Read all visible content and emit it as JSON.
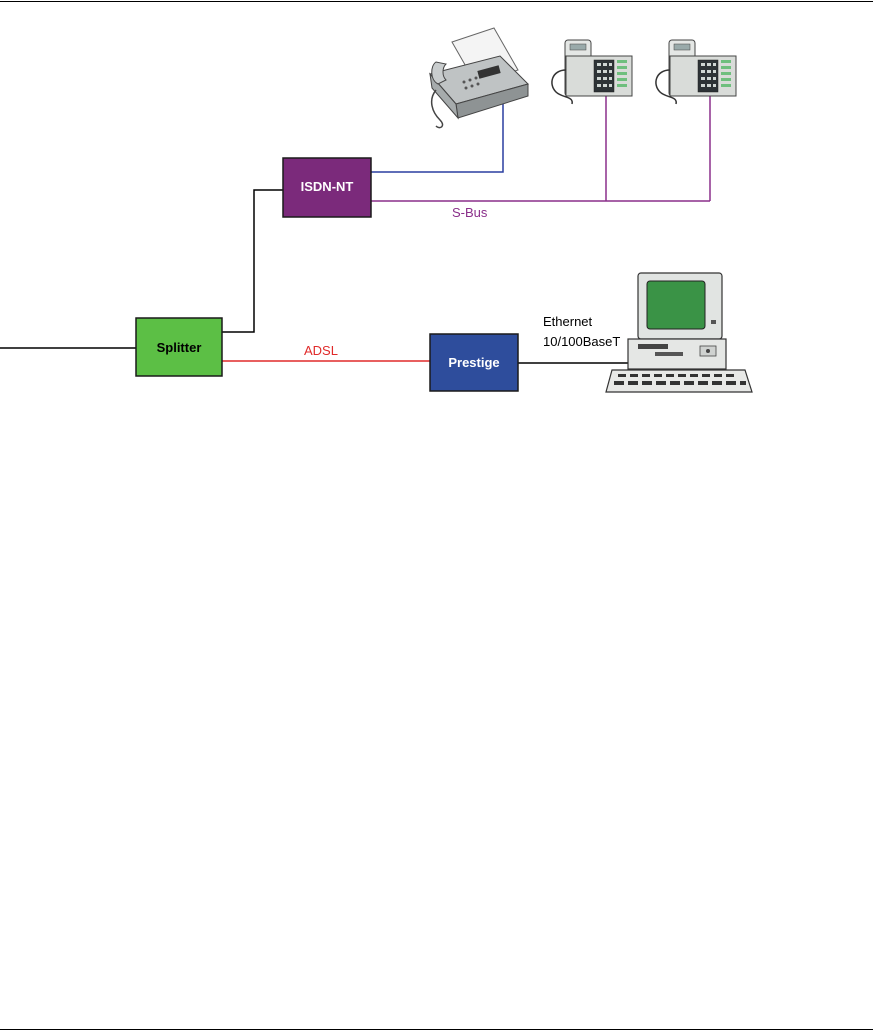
{
  "nodes": {
    "splitter": {
      "label": "Splitter",
      "fill": "#5cbf45"
    },
    "isdn_nt": {
      "label": "ISDN-NT",
      "fill": "#7b2a7b"
    },
    "prestige": {
      "label": "Prestige",
      "fill": "#2e4d9c"
    }
  },
  "devices": {
    "fax": {
      "icon": "fax-machine-icon"
    },
    "phone1": {
      "icon": "desk-phone-icon"
    },
    "phone2": {
      "icon": "desk-phone-icon"
    },
    "computer": {
      "icon": "desktop-computer-icon"
    }
  },
  "links": {
    "adsl": {
      "label": "ADSL",
      "color": "#e02a2a"
    },
    "s_bus": {
      "label": "S-Bus",
      "color": "#8a2f8a"
    },
    "fax_line": {
      "color": "#2a3fa0"
    },
    "ethernet": {
      "line1": "Ethernet",
      "line2": "10/100BaseT",
      "color": "#000000"
    }
  }
}
